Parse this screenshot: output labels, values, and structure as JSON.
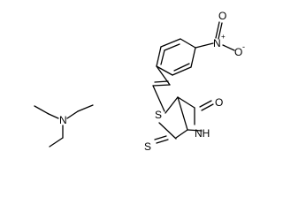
{
  "molecules": {
    "triethylamine": {
      "atoms": {
        "n": "N"
      }
    },
    "rhodanine_derivative": {
      "atoms": {
        "s_ring": "S",
        "s_thione": "S",
        "nh": "NH",
        "o_carbonyl": "O",
        "n_nitro": "N",
        "o_nitro_1": "O",
        "o_nitro_2": "O"
      },
      "charges": {
        "n_nitro_plus": "+",
        "o_nitro_minus": "-"
      }
    }
  },
  "colors": {
    "bond": "#000000",
    "background": "#ffffff"
  }
}
